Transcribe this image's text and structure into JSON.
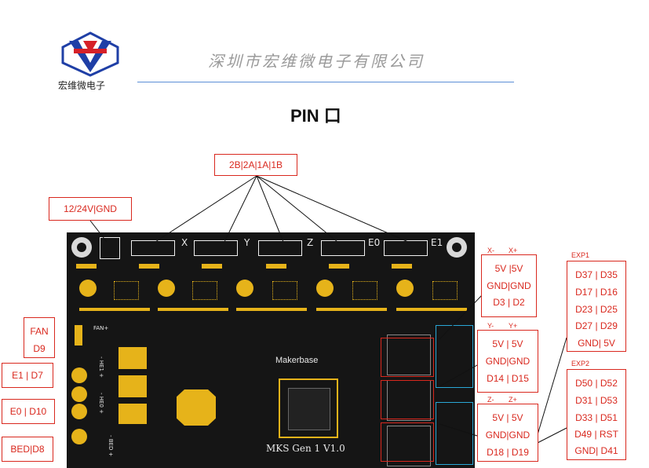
{
  "header": {
    "logo_text": "宏维微电子",
    "company": "深圳市宏维微电子有限公司",
    "title": "PIN 口"
  },
  "colors": {
    "accent_red": "#d9281e",
    "logo_blue": "#1f3fa6",
    "logo_red": "#d62028",
    "board": "#151515",
    "pad_gold": "#e6b31a",
    "cyan_frame": "#2aa7d6"
  },
  "labels": {
    "motor_pins": "2B|2A|1A|1B",
    "power": "12/24V|GND",
    "fan": {
      "l1": "FAN",
      "l2": "D9"
    },
    "e1": "E1 | D7",
    "e0": "E0 | D10",
    "bed": "BED|D8",
    "x": {
      "minus": "X-",
      "plus": "X+",
      "l1": "5V |5V",
      "l2": "GND|GND",
      "l3": "D3 | D2"
    },
    "y": {
      "minus": "Y-",
      "plus": "Y+",
      "l1": "5V | 5V",
      "l2": "GND|GND",
      "l3": "D14 | D15"
    },
    "z": {
      "minus": "Z-",
      "plus": "Z+",
      "l1": "5V | 5V",
      "l2": "GND|GND",
      "l3": "D18 | D19"
    },
    "exp1": {
      "title": "EXP1",
      "rows": [
        "D37 | D35",
        "D17 | D16",
        "D23 | D25",
        "D27 | D29",
        "GND| 5V"
      ]
    },
    "exp2": {
      "title": "EXP2",
      "rows": [
        "D50 | D52",
        "D31 | D53",
        "D33 | D51",
        "D49 | RST",
        "GND| D41"
      ]
    }
  },
  "board": {
    "axes": [
      "X",
      "Y",
      "Z",
      "E0",
      "E1"
    ],
    "brand": "Makerbase",
    "model": "MKS  Gen  1  V1.0",
    "fan_silk": "FAN+",
    "heater_silk": [
      "- HE1 +",
      "- HE0 +",
      "- BED +"
    ]
  }
}
